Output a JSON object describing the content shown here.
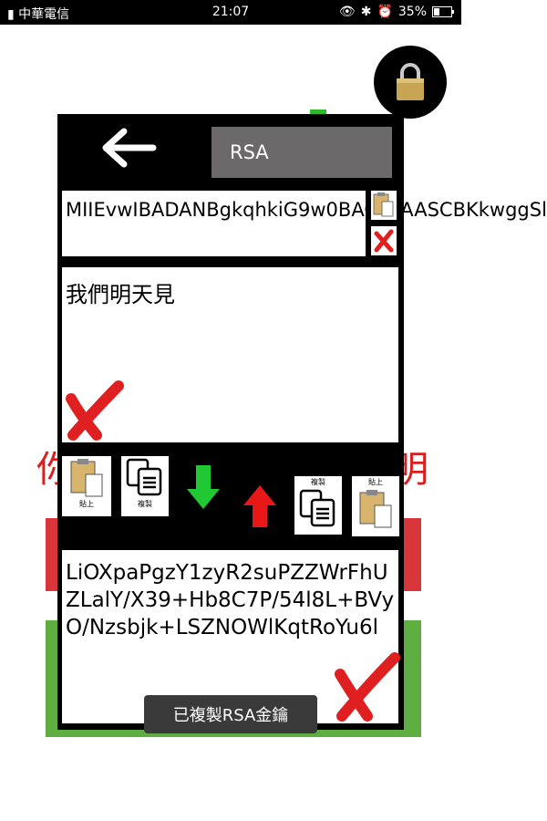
{
  "status_bar": {
    "carrier": "中華電信",
    "time": "21:07",
    "battery_percent": "35%",
    "battery_level": 0.35,
    "icons": [
      "signal-icon",
      "eye-icon",
      "bluetooth-icon",
      "alarm-icon",
      "battery-icon"
    ]
  },
  "background": {
    "red_text_left": "你",
    "red_text_right": "明"
  },
  "header": {
    "title": "RSA",
    "back_icon": "arrow-left-icon"
  },
  "lock_button": {
    "icon": "padlock-icon"
  },
  "key_field": {
    "value": "MIIEvwIBADANBgkqhkiG9w0BAQEFAASCBKkwggSl"
  },
  "plain_field": {
    "value": "我們明天見"
  },
  "toolbar": {
    "paste_left_label": "貼上",
    "copy_left_label": "複製",
    "copy_right_label": "複製",
    "paste_right_label": "貼上",
    "encrypt_icon": "arrow-down-icon",
    "decrypt_icon": "arrow-up-icon"
  },
  "cipher_field": {
    "value": "LiOXpaPgzY1zyR2suPZZWrFhUZLalY/X39+Hb8C7P/54l8L+BVyO/Nzsbjk+LSZNOWlKqtRoYu6l"
  },
  "toast": {
    "message": "已複製RSA金鑰"
  },
  "colors": {
    "panel": "#000000",
    "title_box": "#6b6969",
    "clear_red": "#e02020",
    "arrow_green": "#22c833",
    "arrow_red": "#e81818",
    "bg_red": "#d9363b",
    "bg_green": "#5fae41",
    "toast_bg": "#3a3a3a"
  }
}
